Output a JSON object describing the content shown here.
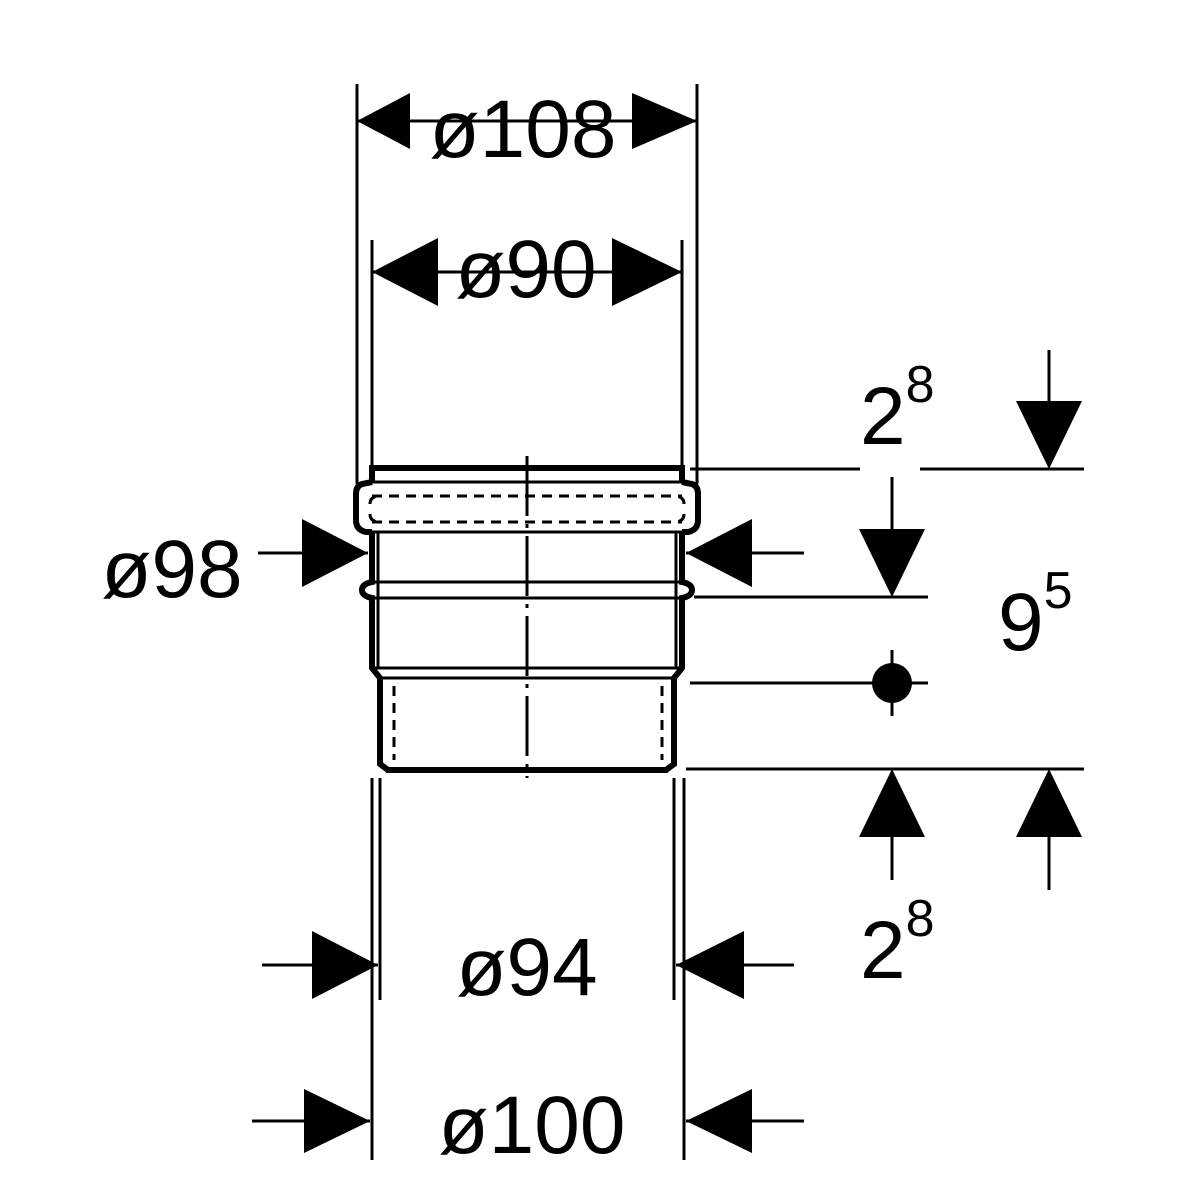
{
  "dimensions": {
    "d108": "ø108",
    "d90": "ø90",
    "d98": "ø98",
    "d94": "ø94",
    "d100": "ø100",
    "h_top": {
      "base": "2",
      "sup": "8"
    },
    "h_mid": {
      "base": "9",
      "sup": "5"
    },
    "h_bottom": {
      "base": "2",
      "sup": "8"
    }
  },
  "colors": {
    "ink": "#000000",
    "paper": "#ffffff"
  }
}
